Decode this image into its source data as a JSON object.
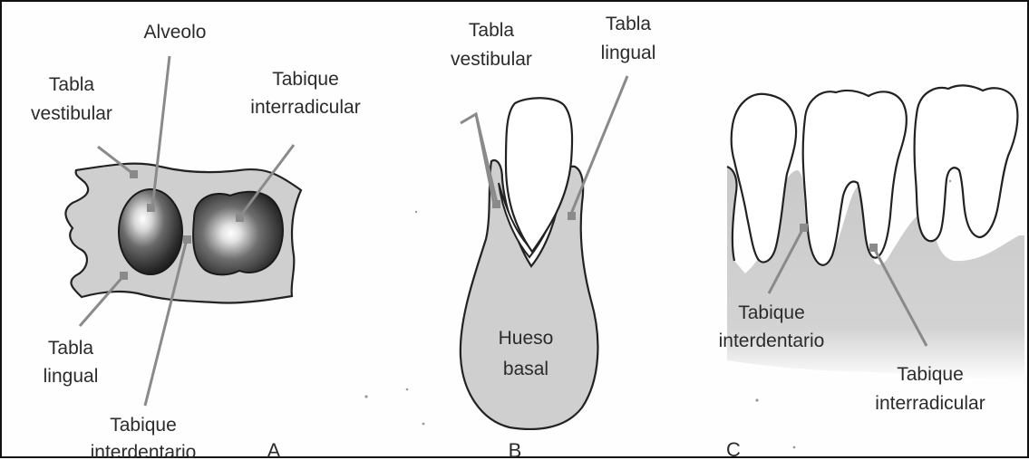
{
  "panels": {
    "a": {
      "letter": "A",
      "labels": {
        "alveolo": "Alveolo",
        "tabla_vestibular_1": "Tabla",
        "tabla_vestibular_2": "vestibular",
        "tabique_interradicular_1": "Tabique",
        "tabique_interradicular_2": "interradicular",
        "tabla_lingual_1": "Tabla",
        "tabla_lingual_2": "lingual",
        "tabique_interdentario_1": "Tabique",
        "tabique_interdentario_2": "interdentario"
      }
    },
    "b": {
      "letter": "B",
      "labels": {
        "tabla_vestibular_1": "Tabla",
        "tabla_vestibular_2": "vestibular",
        "tabla_lingual_1": "Tabla",
        "tabla_lingual_2": "lingual",
        "hueso_basal_1": "Hueso",
        "hueso_basal_2": "basal"
      }
    },
    "c": {
      "letter": "C",
      "labels": {
        "tabique_interdentario_1": "Tabique",
        "tabique_interdentario_2": "interdentario",
        "tabique_interradicular_1": "Tabique",
        "tabique_interradicular_2": "interradicular"
      }
    }
  },
  "colors": {
    "bone": "#cfcfcf",
    "leader": "#8a8a8a",
    "outline": "#222222",
    "text": "#2b2b2b"
  }
}
